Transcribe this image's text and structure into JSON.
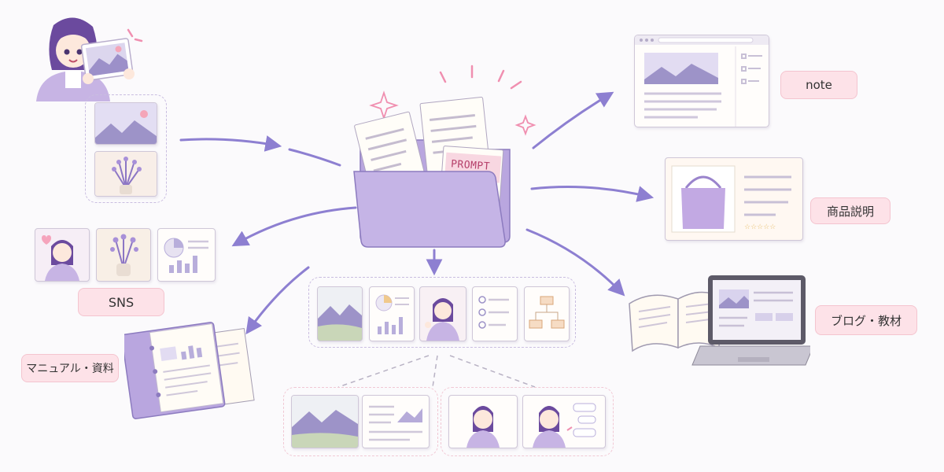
{
  "prompt_label": "PROMPT",
  "outputs": {
    "note": "note",
    "product": "商品説明",
    "blog": "ブログ・教材",
    "sns": "SNS",
    "manual": "マニュアル・資料"
  }
}
